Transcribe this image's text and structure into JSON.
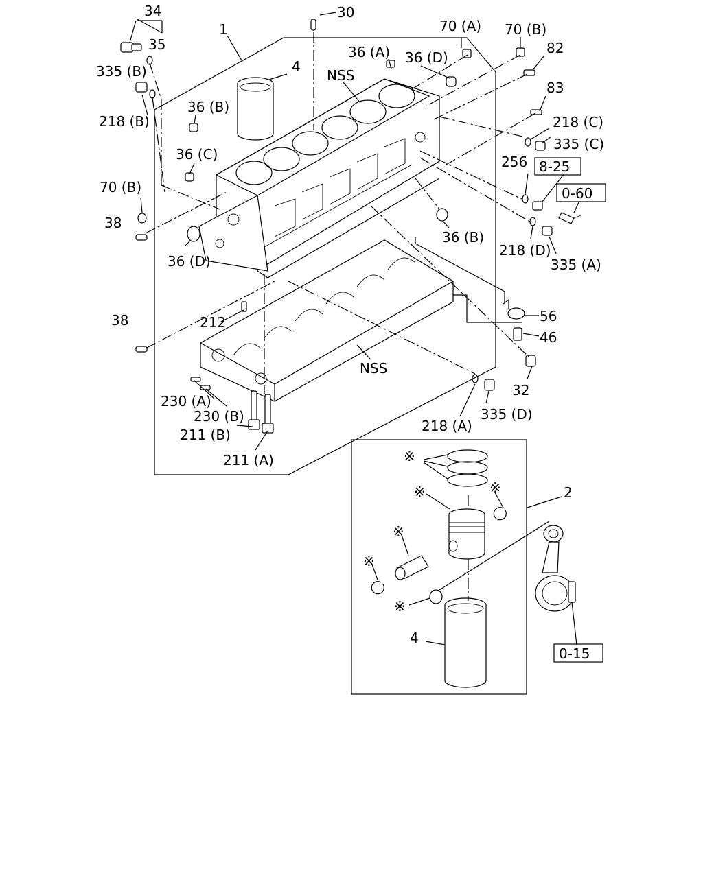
{
  "labels": {
    "l34": "34",
    "l35": "35",
    "l1": "1",
    "l30": "30",
    "l70a_top": "70 (A)",
    "l70b_top": "70 (B)",
    "l82": "82",
    "l36a": "36 (A)",
    "l36d_top": "36 (D)",
    "l4_top": "4",
    "lnss_top": "NSS",
    "l335b": "335 (B)",
    "l218b": "218 (B)",
    "l36b_left": "36 (B)",
    "l83": "83",
    "l36c": "36 (C)",
    "l218c": "218 (C)",
    "l335c": "335 (C)",
    "l70b_left": "70 (B)",
    "l256": "256",
    "l38_upper": "38",
    "l36b_right": "36 (B)",
    "l218d": "218 (D)",
    "l36d_left": "36 (D)",
    "l335a": "335 (A)",
    "l56": "56",
    "l38_lower": "38",
    "l212": "212",
    "l46": "46",
    "lnss_bottom": "NSS",
    "l32": "32",
    "l230a": "230 (A)",
    "l230b": "230 (B)",
    "l335d": "335 (D)",
    "l211b": "211 (B)",
    "l218a": "218 (A)",
    "l211a": "211 (A)",
    "l2": "2",
    "l4_bottom": "4"
  },
  "refs": {
    "r825": "8-25",
    "r060": "0-60",
    "r015": "0-15"
  },
  "asterisk": "※"
}
